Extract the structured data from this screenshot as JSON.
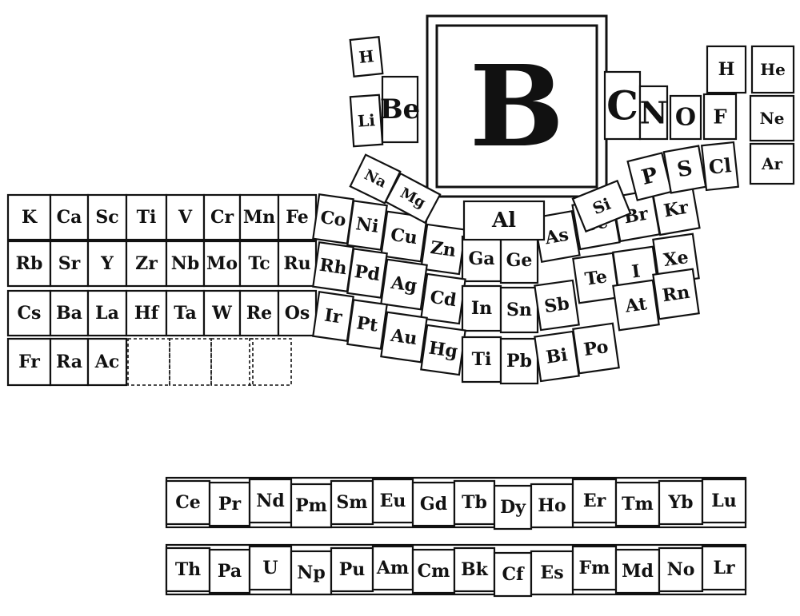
{
  "diagram": {
    "focus_element": "B",
    "main_rows": [
      [
        "K",
        "Ca",
        "Sc",
        "Ti",
        "V",
        "Cr",
        "Mn",
        "Fe",
        "Co",
        "Ni",
        "Cu",
        "Zn",
        "Ga",
        "Ge",
        "As",
        "Se",
        "Br",
        "Kr"
      ],
      [
        "Rb",
        "Sr",
        "Y",
        "Zr",
        "Nb",
        "Mo",
        "Tc",
        "Ru",
        "Rh",
        "Pd",
        "Ag",
        "Cd",
        "In",
        "Sn",
        "Sb",
        "Te",
        "I",
        "Xe"
      ],
      [
        "Cs",
        "Ba",
        "La",
        "Hf",
        "Ta",
        "W",
        "Re",
        "Os",
        "Ir",
        "Pt",
        "Au",
        "Hg",
        "Ti",
        "Pb",
        "Bi",
        "Po",
        "At",
        "Rn"
      ],
      [
        "Fr",
        "Ra",
        "Ac"
      ]
    ],
    "top_left": [
      "H",
      "Li",
      "Be",
      "Na",
      "Mg"
    ],
    "top_right": [
      "C",
      "N",
      "O",
      "F",
      "Si",
      "P",
      "S",
      "Cl",
      "Al"
    ],
    "far_right": [
      "H",
      "He",
      "Ne",
      "Ar"
    ],
    "lanthanides": [
      "Ce",
      "Pr",
      "Nd",
      "Pm",
      "Sm",
      "Eu",
      "Gd",
      "Tb",
      "Dy",
      "Ho",
      "Er",
      "Tm",
      "Yb",
      "Lu"
    ],
    "actinides": [
      "Th",
      "Pa",
      "U",
      "Np",
      "Pu",
      "Am",
      "Cm",
      "Bk",
      "Cf",
      "Es",
      "Fm",
      "Md",
      "No",
      "Lr"
    ]
  }
}
